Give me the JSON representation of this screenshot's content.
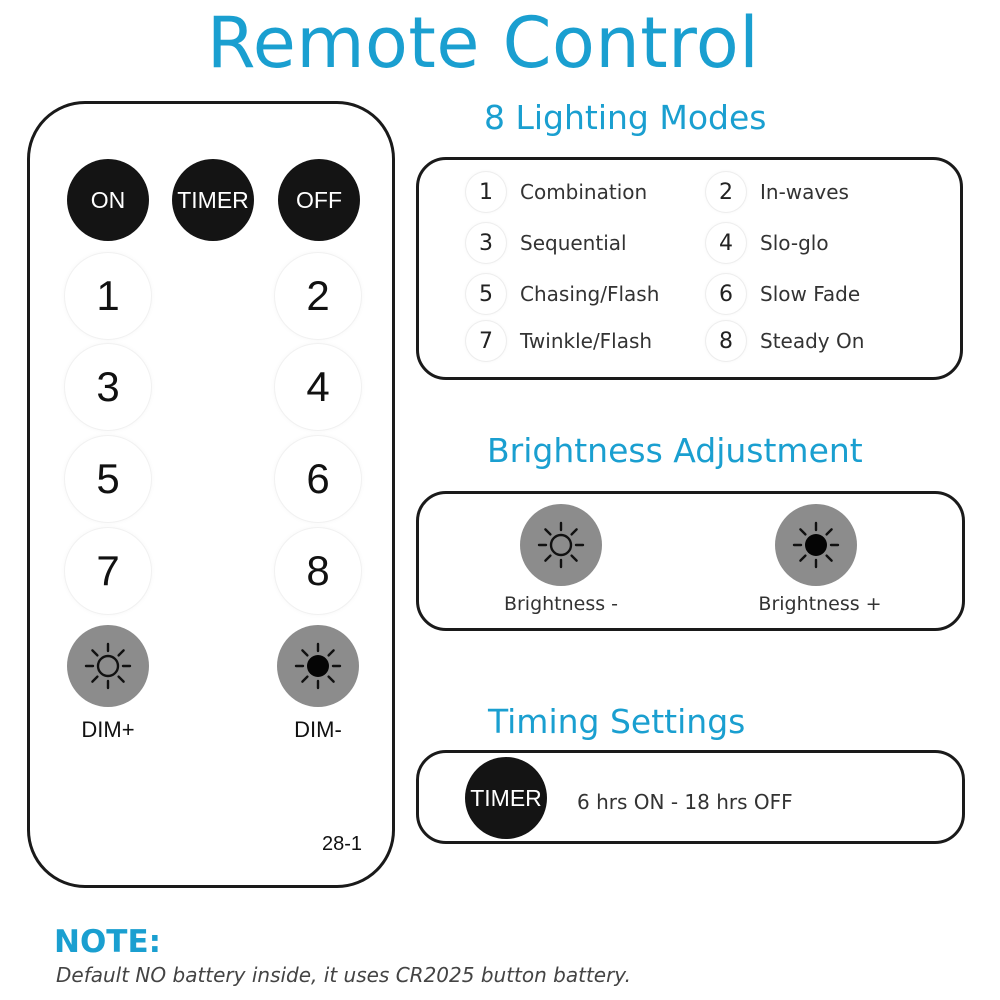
{
  "title": "Remote Control",
  "colors": {
    "accent": "#1a9fd0",
    "button_black": "#141414",
    "button_gray": "#8c8c8c"
  },
  "remote": {
    "top_buttons": [
      "ON",
      "TIMER",
      "OFF"
    ],
    "number_buttons": [
      "1",
      "2",
      "3",
      "4",
      "5",
      "6",
      "7",
      "8"
    ],
    "dim_plus_label": "DIM+",
    "dim_minus_label": "DIM-",
    "dim_plus_icon": "sun-outline-icon",
    "dim_minus_icon": "sun-filled-icon",
    "model": "28-1"
  },
  "lighting": {
    "title": "8 Lighting  Modes",
    "modes": [
      {
        "num": "1",
        "label": "Combination"
      },
      {
        "num": "2",
        "label": "In-waves"
      },
      {
        "num": "3",
        "label": "Sequential"
      },
      {
        "num": "4",
        "label": "Slo-glo"
      },
      {
        "num": "5",
        "label": "Chasing/Flash"
      },
      {
        "num": "6",
        "label": "Slow Fade"
      },
      {
        "num": "7",
        "label": "Twinkle/Flash"
      },
      {
        "num": "8",
        "label": "Steady On"
      }
    ]
  },
  "brightness": {
    "title": "Brightness Adjustment",
    "minus_label": "Brightness -",
    "plus_label": "Brightness +",
    "minus_icon": "sun-outline-icon",
    "plus_icon": "sun-filled-icon"
  },
  "timing": {
    "title": "Timing Settings",
    "button_label": "TIMER",
    "text": "6 hrs ON - 18 hrs OFF"
  },
  "note": {
    "title": "NOTE:",
    "text": "Default NO battery inside, it uses CR2025 button battery."
  }
}
